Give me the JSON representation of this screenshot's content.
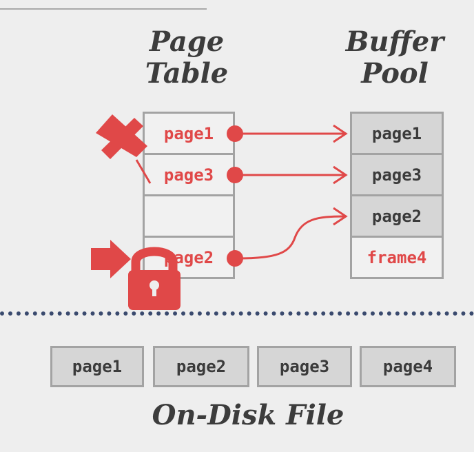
{
  "page_table": {
    "title_line1": "Page",
    "title_line2": "Table",
    "entries": [
      "page1",
      "page3",
      "",
      "page2"
    ]
  },
  "buffer_pool": {
    "title_line1": "Buffer",
    "title_line2": "Pool",
    "frames": [
      "page1",
      "page3",
      "page2",
      "frame4"
    ]
  },
  "disk": {
    "label": "On-Disk File",
    "pages": [
      "page1",
      "page2",
      "page3",
      "page4"
    ]
  },
  "icons": {
    "pin": "pushpin-icon",
    "cursor": "arrow-right-icon",
    "lock": "padlock-icon"
  },
  "colors": {
    "accent": "#e04848",
    "cell_border": "#a3a3a3",
    "frame_fill": "#d6d6d6",
    "divider": "#3a4a6e"
  }
}
